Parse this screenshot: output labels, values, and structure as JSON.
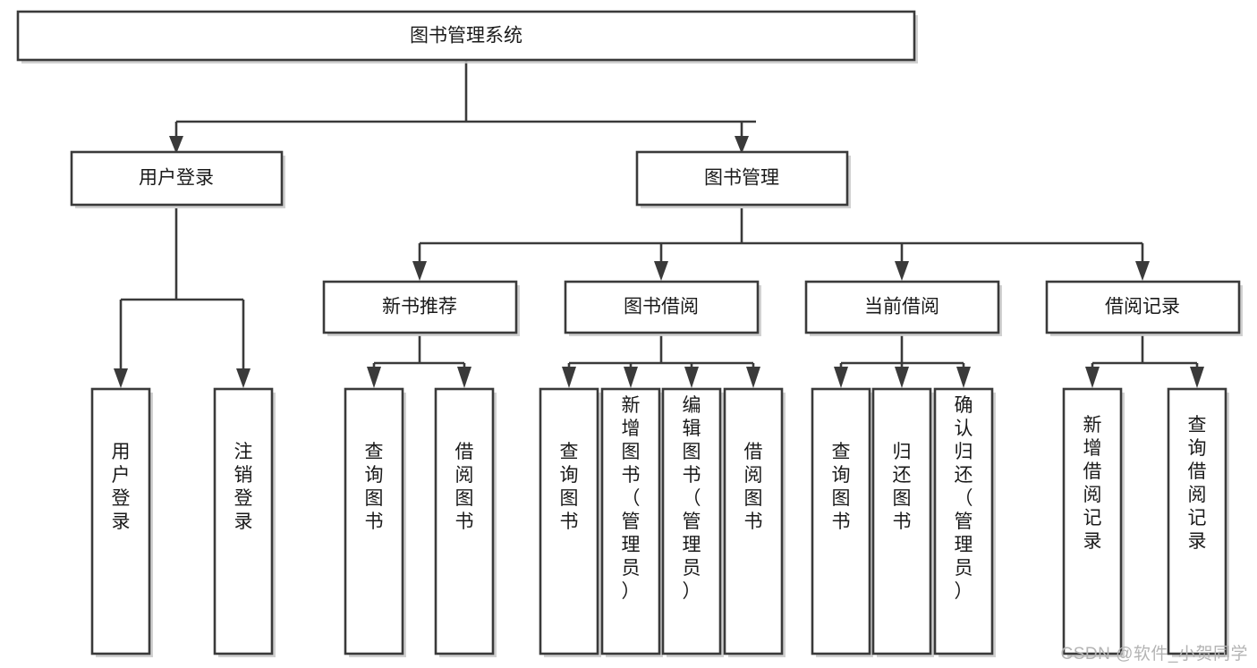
{
  "diagram": {
    "type": "tree",
    "title": "图书管理系统",
    "orientation": "top-down",
    "watermark": "CSDN @软件_小贺同学",
    "colors": {
      "box_fill": "#ffffff",
      "box_stroke": "#3a3a3a",
      "connector": "#3a3a3a",
      "text": "#1a1a1a",
      "watermark": "#b4b4b4",
      "background": "#ffffff"
    },
    "nodes": {
      "root": {
        "label": "图书管理系统",
        "level": 0,
        "orientation": "horizontal"
      },
      "l1": [
        {
          "id": "user-login",
          "label": "用户登录",
          "level": 1,
          "orientation": "horizontal"
        },
        {
          "id": "book-manage",
          "label": "图书管理",
          "level": 1,
          "orientation": "horizontal"
        }
      ],
      "l2": [
        {
          "id": "new-book-recommend",
          "label": "新书推荐",
          "level": 2,
          "orientation": "horizontal",
          "parent": "book-manage"
        },
        {
          "id": "book-borrow",
          "label": "图书借阅",
          "level": 2,
          "orientation": "horizontal",
          "parent": "book-manage"
        },
        {
          "id": "current-borrow",
          "label": "当前借阅",
          "level": 2,
          "orientation": "horizontal",
          "parent": "book-manage"
        },
        {
          "id": "borrow-record",
          "label": "借阅记录",
          "level": 2,
          "orientation": "horizontal",
          "parent": "book-manage"
        }
      ],
      "leaves": [
        {
          "id": "leaf-user-login",
          "label": "用户登录",
          "orientation": "vertical",
          "parent": "user-login"
        },
        {
          "id": "leaf-logout",
          "label": "注销登录",
          "orientation": "vertical",
          "parent": "user-login"
        },
        {
          "id": "leaf-query-book-1",
          "label": "查询图书",
          "orientation": "vertical",
          "parent": "new-book-recommend"
        },
        {
          "id": "leaf-borrow-book-1",
          "label": "借阅图书",
          "orientation": "vertical",
          "parent": "new-book-recommend"
        },
        {
          "id": "leaf-query-book-2",
          "label": "查询图书",
          "orientation": "vertical",
          "parent": "book-borrow"
        },
        {
          "id": "leaf-add-book",
          "label": "新增图书（管理员）",
          "orientation": "vertical",
          "parent": "book-borrow"
        },
        {
          "id": "leaf-edit-book",
          "label": "编辑图书（管理员）",
          "orientation": "vertical",
          "parent": "book-borrow"
        },
        {
          "id": "leaf-borrow-book-2",
          "label": "借阅图书",
          "orientation": "vertical",
          "parent": "book-borrow"
        },
        {
          "id": "leaf-query-book-3",
          "label": "查询图书",
          "orientation": "vertical",
          "parent": "current-borrow"
        },
        {
          "id": "leaf-return-book",
          "label": "归还图书",
          "orientation": "vertical",
          "parent": "current-borrow"
        },
        {
          "id": "leaf-confirm-return",
          "label": "确认归还（管理员）",
          "orientation": "vertical",
          "parent": "current-borrow"
        },
        {
          "id": "leaf-add-record",
          "label": "新增借阅记录",
          "orientation": "vertical",
          "parent": "borrow-record"
        },
        {
          "id": "leaf-query-record",
          "label": "查询借阅记录",
          "orientation": "vertical",
          "parent": "borrow-record"
        }
      ]
    }
  }
}
